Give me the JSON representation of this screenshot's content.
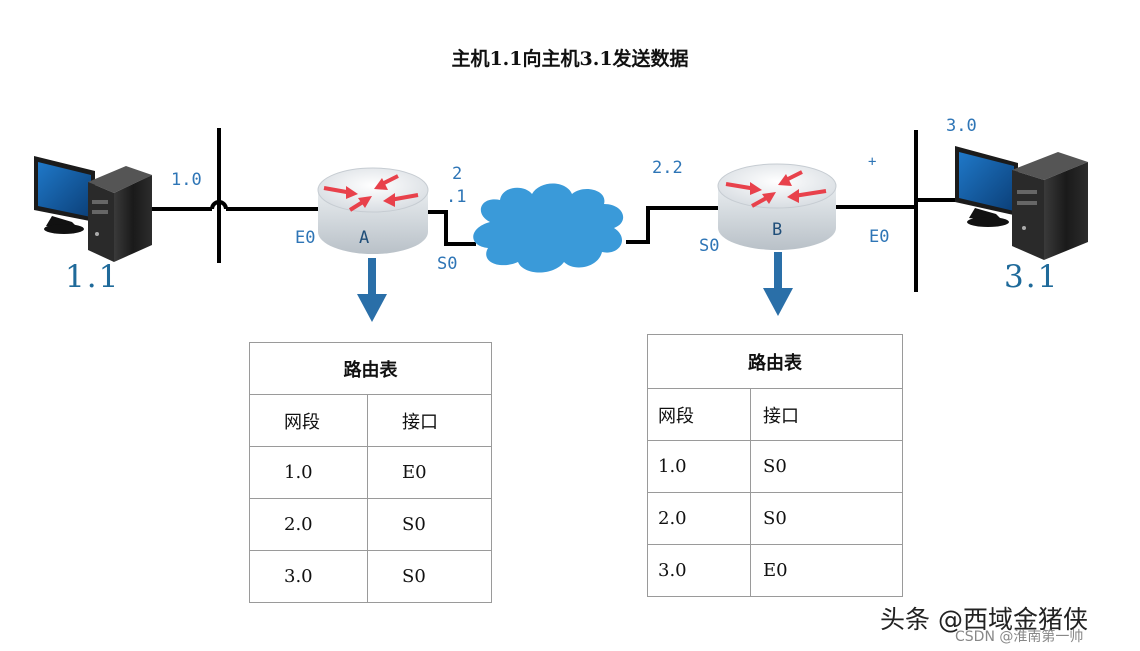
{
  "title": "主机1.1向主机3.1发送数据",
  "hosts": [
    {
      "id": "host-1",
      "label": "1.1",
      "network_label": "1.0"
    },
    {
      "id": "host-3",
      "label": "3.1",
      "network_label": "3.0"
    }
  ],
  "routers": [
    {
      "id": "router-a",
      "name": "A",
      "e_iface": "E0",
      "s_iface": "S0",
      "s_addr_top": "2",
      "s_addr_bottom": ".1"
    },
    {
      "id": "router-b",
      "name": "B",
      "e_iface": "E0",
      "s_iface": "S0",
      "s_addr": "2.2"
    }
  ],
  "plus_mark": "+",
  "table_a": {
    "title": "路由表",
    "headers": [
      "网段",
      "接口"
    ],
    "rows": [
      [
        "1.0",
        "E0"
      ],
      [
        "2.0",
        "S0"
      ],
      [
        "3.0",
        "S0"
      ]
    ]
  },
  "table_b": {
    "title": "路由表",
    "headers": [
      "网段",
      "接口"
    ],
    "rows": [
      [
        "1.0",
        "S0"
      ],
      [
        "2.0",
        "S0"
      ],
      [
        "3.0",
        "E0"
      ]
    ]
  },
  "watermark": "头条 @西域金猪侠",
  "watermark_sub": "CSDN @淮南第一帅",
  "colors": {
    "label_blue": "#2e75b6",
    "arrow_blue": "#2a6fa8",
    "cloud": "#3a9ad9",
    "router_arrow": "#e8414b",
    "line": "#000000"
  }
}
